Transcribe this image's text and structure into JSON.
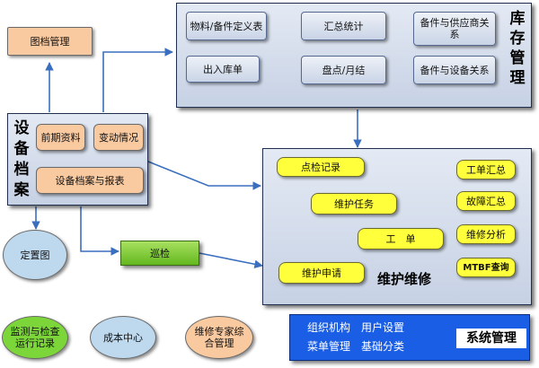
{
  "drawing_archive": "图档管理",
  "inventory": {
    "title": [
      "库",
      "存",
      "管",
      "理"
    ],
    "material_def": "物料/备件定义表",
    "in_out": "出入库单",
    "summary": "汇总统计",
    "stocktake": "盘点/月结",
    "spare_supplier": "备件与供应商关系",
    "spare_equipment": "备件与设备关系"
  },
  "equipment": {
    "title": [
      "设",
      "备",
      "档",
      "案"
    ],
    "early_data": "前期资料",
    "changes": "变动情况",
    "archive_report": "设备档案与报表"
  },
  "maintenance": {
    "title": "维护维修",
    "inspection_record": "点检记录",
    "maint_task": "维护任务",
    "work_order": "工　单",
    "maint_request": "维护申请",
    "wo_summary": "工单汇总",
    "fault_summary": "故障汇总",
    "maint_analysis": "维修分析",
    "mtbf": "MTBF查询"
  },
  "patrol": "巡检",
  "location_map": "定置图",
  "bottom": {
    "monitor": "监测与检查运行记录",
    "cost_center": "成本中心",
    "expert": "维修专家综合管理"
  },
  "system": {
    "title": "系统管理",
    "line1": "组织机构　用户设置",
    "line2": "菜单管理　基础分类"
  },
  "colors": {
    "arrow": "#3a6fbf",
    "panel_border": "#1f2f4d",
    "yellow": "#ffff3c",
    "peach": "#f9c9a0",
    "green": "#7ccc2c",
    "system_blue": "#1a5ee6"
  }
}
